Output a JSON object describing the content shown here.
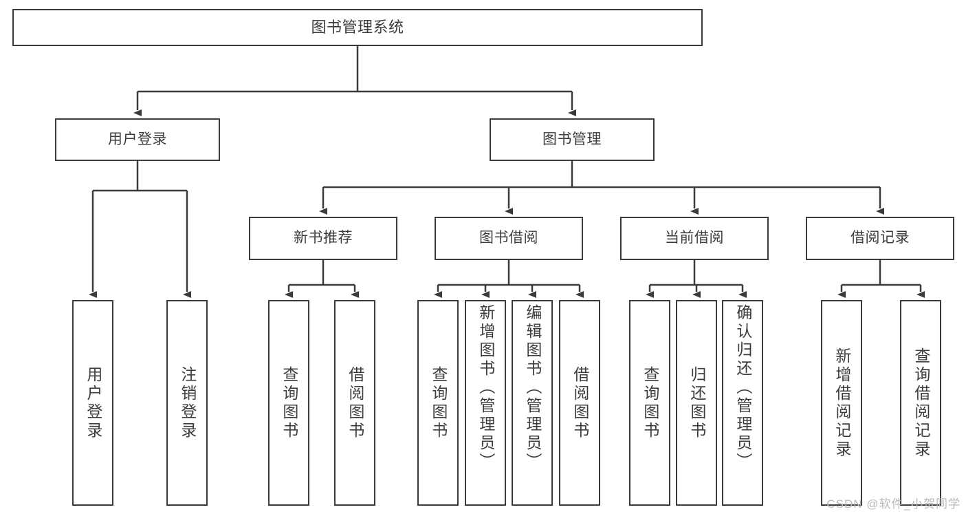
{
  "diagram": {
    "title": "图书管理系统",
    "type": "hierarchy-tree",
    "colors": {
      "box_border": "#3b3b3b",
      "box_fill": "#ffffff",
      "connector": "#3b3b3b",
      "text": "#3d3d3d",
      "watermark": "#b9b9b9",
      "background": "#ffffff"
    },
    "root": {
      "label": "图书管理系统"
    },
    "level1": [
      {
        "label": "用户登录"
      },
      {
        "label": "图书管理"
      }
    ],
    "level2": [
      {
        "label": "新书推荐"
      },
      {
        "label": "图书借阅"
      },
      {
        "label": "当前借阅"
      },
      {
        "label": "借阅记录"
      }
    ],
    "leaves": {
      "user_login": [
        {
          "label": "用户登录"
        },
        {
          "label": "注销登录"
        }
      ],
      "new_book_recommend": [
        {
          "label": "查询图书"
        },
        {
          "label": "借阅图书"
        }
      ],
      "book_borrow": [
        {
          "label": "查询图书"
        },
        {
          "label": "新增图书（管理员）"
        },
        {
          "label": "编辑图书（管理员）"
        },
        {
          "label": "借阅图书"
        }
      ],
      "current_borrow": [
        {
          "label": "查询图书"
        },
        {
          "label": "归还图书"
        },
        {
          "label": "确认归还（管理员）"
        }
      ],
      "borrow_record": [
        {
          "label": "新增借阅记录"
        },
        {
          "label": "查询借阅记录"
        }
      ]
    }
  },
  "watermark": {
    "text": "CSDN @软件_小贺同学"
  }
}
